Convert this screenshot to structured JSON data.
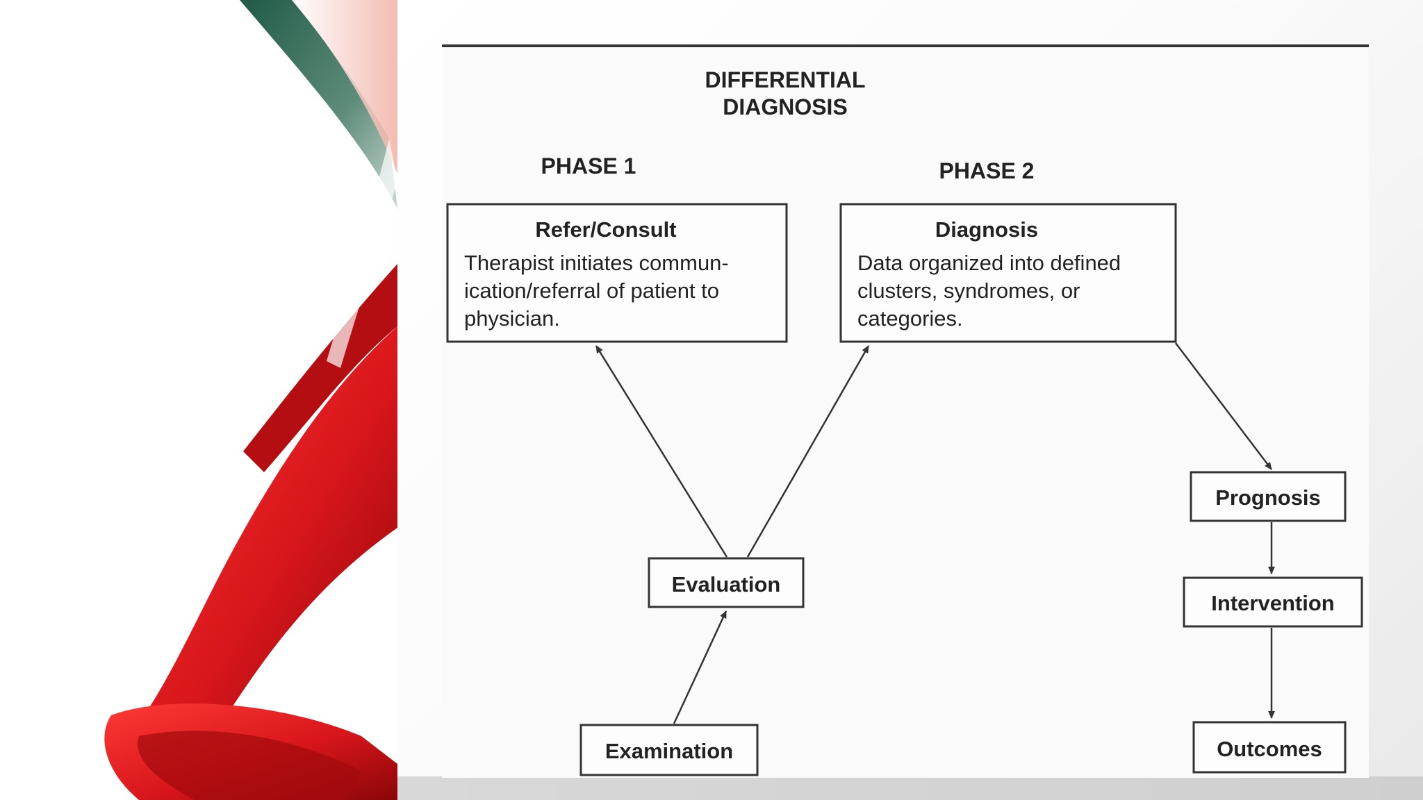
{
  "diagram": {
    "title_line1": "DIFFERENTIAL",
    "title_line2": "DIAGNOSIS",
    "phase1_label": "PHASE 1",
    "phase2_label": "PHASE 2",
    "refer": {
      "title": "Refer/Consult",
      "lines": [
        "Therapist initiates commun-",
        "ication/referral of patient to",
        "physician."
      ]
    },
    "diagnosis": {
      "title": "Diagnosis",
      "lines": [
        "Data organized into defined",
        "clusters, syndromes, or",
        "categories."
      ]
    },
    "evaluation": "Evaluation",
    "examination": "Examination",
    "prognosis": "Prognosis",
    "intervention": "Intervention",
    "outcomes": "Outcomes"
  },
  "colors": {
    "accent_red": "#d8161b",
    "accent_green": "#2e6a54",
    "line": "#333333"
  }
}
